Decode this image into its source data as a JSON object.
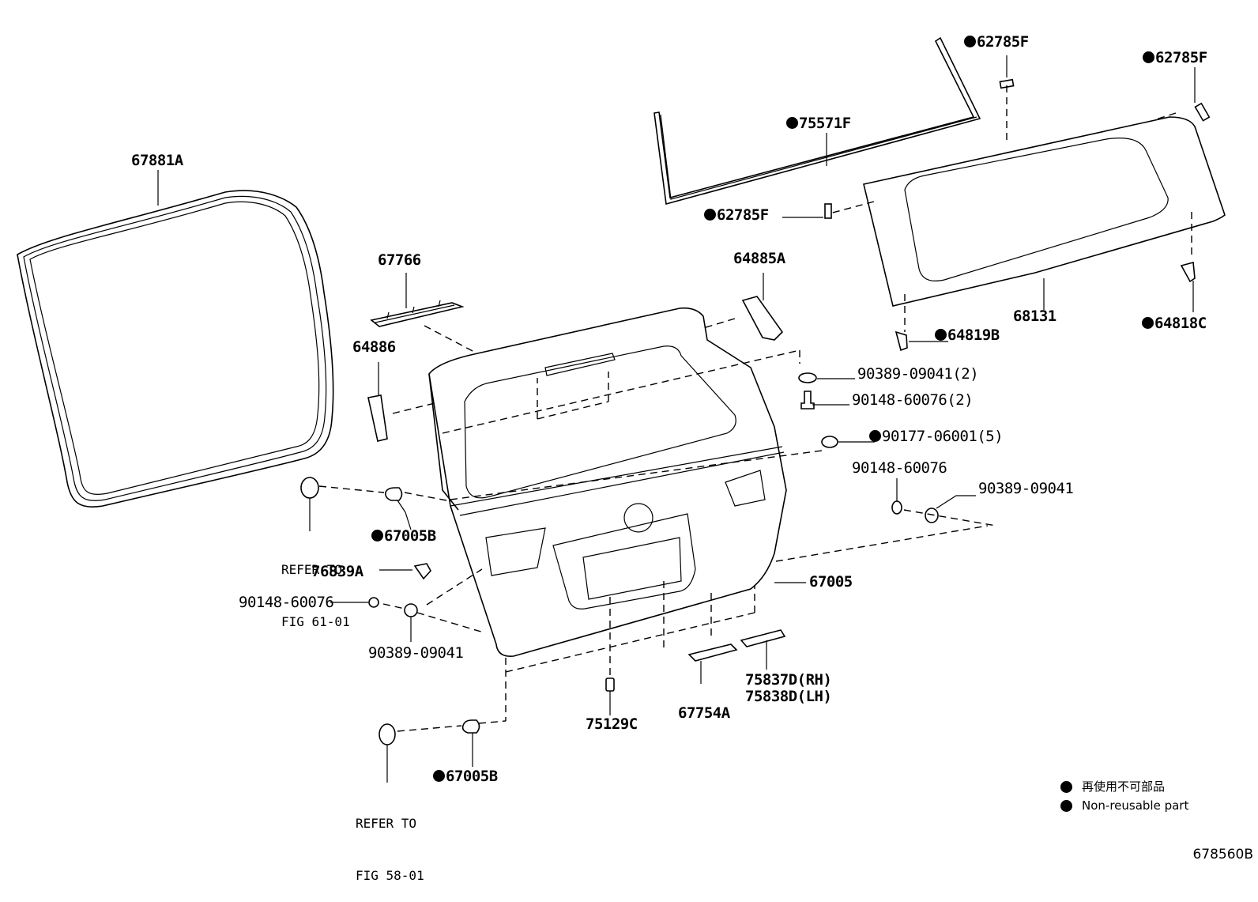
{
  "diagram": {
    "title": "Back door panel & glass parts diagram",
    "figure_id": "678560B",
    "callouts": [
      {
        "id": "67881A",
        "label": "67881A",
        "non_reusable": false
      },
      {
        "id": "67766",
        "label": "67766",
        "non_reusable": false
      },
      {
        "id": "64886",
        "label": "64886",
        "non_reusable": false
      },
      {
        "id": "64885A",
        "label": "64885A",
        "non_reusable": false
      },
      {
        "id": "75571F",
        "label": "75571F",
        "non_reusable": true
      },
      {
        "id": "62785F-a",
        "label": "62785F",
        "non_reusable": true
      },
      {
        "id": "62785F-b",
        "label": "62785F",
        "non_reusable": true
      },
      {
        "id": "62785F-c",
        "label": "62785F",
        "non_reusable": true
      },
      {
        "id": "68131",
        "label": "68131",
        "non_reusable": false
      },
      {
        "id": "64819B",
        "label": "64819B",
        "non_reusable": true
      },
      {
        "id": "64818C",
        "label": "64818C",
        "non_reusable": true
      },
      {
        "id": "90389-09041-2",
        "label": "90389-09041(2)",
        "non_reusable": false
      },
      {
        "id": "90148-60076-2",
        "label": "90148-60076(2)",
        "non_reusable": false
      },
      {
        "id": "90177-06001-5",
        "label": "90177-06001(5)",
        "non_reusable": true
      },
      {
        "id": "90148-60076-r",
        "label": "90148-60076",
        "non_reusable": false
      },
      {
        "id": "90389-09041-r",
        "label": "90389-09041",
        "non_reusable": false
      },
      {
        "id": "67005",
        "label": "67005",
        "non_reusable": false
      },
      {
        "id": "67005B-upper",
        "label": "67005B",
        "non_reusable": true
      },
      {
        "id": "76839A",
        "label": "76839A",
        "non_reusable": false
      },
      {
        "id": "90148-60076-l",
        "label": "90148-60076",
        "non_reusable": false
      },
      {
        "id": "90389-09041-l",
        "label": "90389-09041",
        "non_reusable": false
      },
      {
        "id": "75129C",
        "label": "75129C",
        "non_reusable": false
      },
      {
        "id": "67754A",
        "label": "67754A",
        "non_reusable": false
      },
      {
        "id": "75837D",
        "label": "75837D(RH)",
        "non_reusable": false
      },
      {
        "id": "75838D",
        "label": "75838D(LH)",
        "non_reusable": false
      },
      {
        "id": "67005B-lower",
        "label": "67005B",
        "non_reusable": true
      }
    ],
    "references": [
      {
        "id": "ref-61-01",
        "line1": "REFER TO",
        "line2": "FIG 61-01"
      },
      {
        "id": "ref-58-01",
        "line1": "REFER TO",
        "line2": "FIG 58-01"
      }
    ]
  },
  "legend": {
    "japanese": "再使用不可部品",
    "english": "Non-reusable part"
  }
}
